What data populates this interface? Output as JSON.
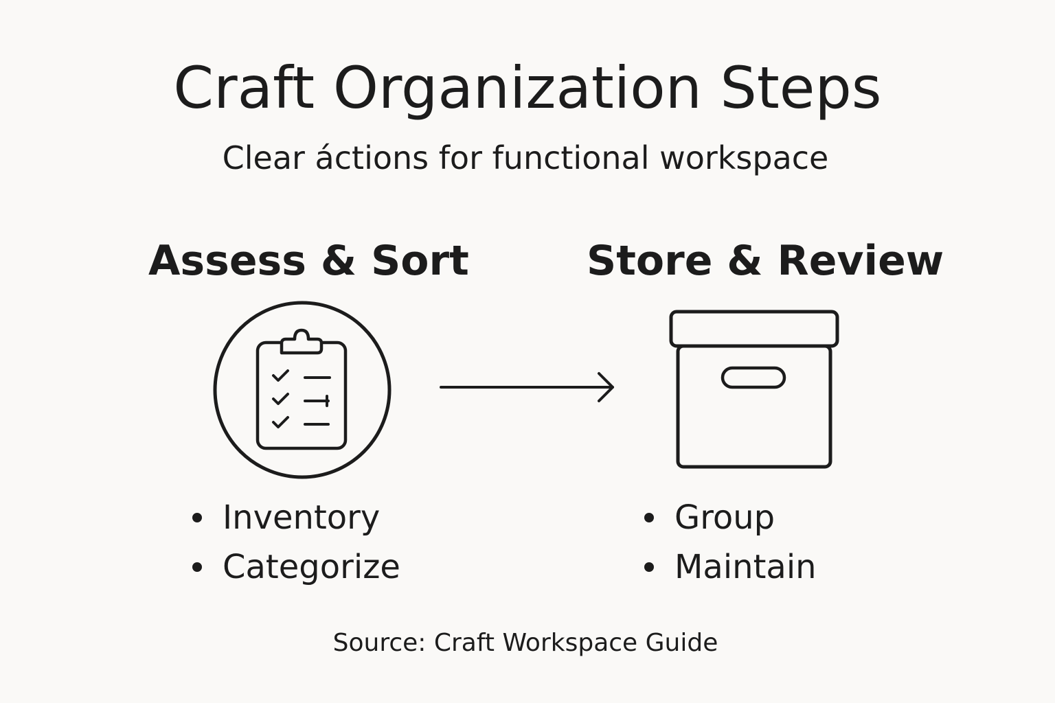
{
  "title": "Craft Organization Steps",
  "subtitle": "Clear áctions for functional workspace",
  "steps": [
    {
      "heading": "Assess & Sort",
      "icon": "clipboard-checklist-icon",
      "bullets": [
        "Inventory",
        "Categorize"
      ]
    },
    {
      "heading": "Store & Review",
      "icon": "storage-box-icon",
      "bullets": [
        "Group",
        "Maintain"
      ]
    }
  ],
  "connector_icon": "arrow-right-icon",
  "source": "Source: Craft Workspace Guide",
  "colors": {
    "background": "#faf9f7",
    "ink": "#1c1c1c"
  }
}
